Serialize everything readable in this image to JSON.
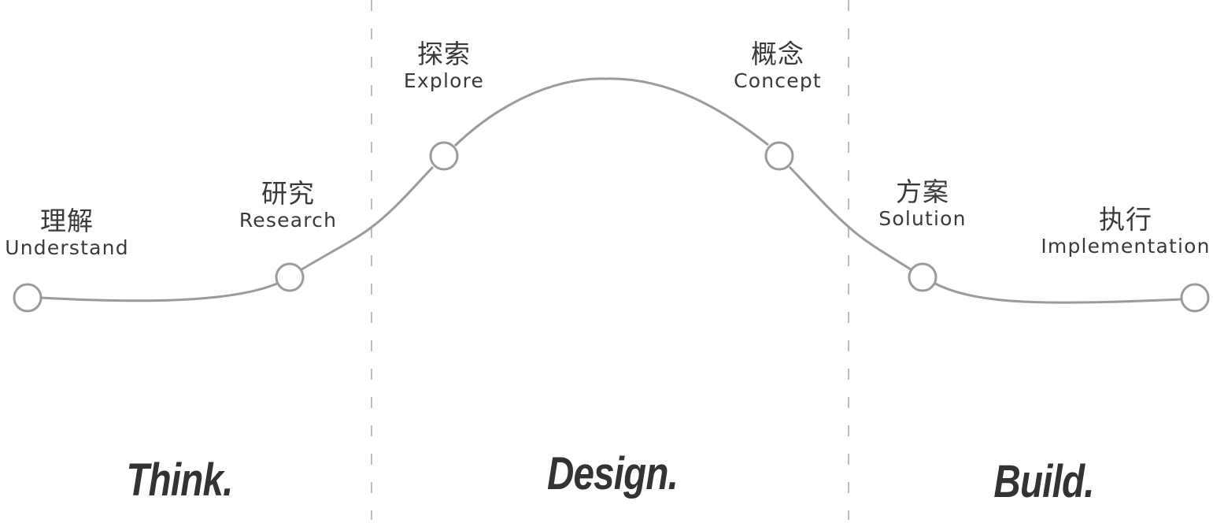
{
  "diagram": {
    "colors": {
      "curve": "#9b9b9b",
      "divider": "#bdbdbd",
      "text": "#3a3a3a",
      "phase_text": "#333333",
      "background": "#ffffff"
    },
    "nodes": [
      {
        "zh": "理解",
        "en": "Understand"
      },
      {
        "zh": "研究",
        "en": "Research"
      },
      {
        "zh": "探索",
        "en": "Explore"
      },
      {
        "zh": "概念",
        "en": "Concept"
      },
      {
        "zh": "方案",
        "en": "Solution"
      },
      {
        "zh": "执行",
        "en": "Implementation"
      }
    ],
    "phases": [
      {
        "label": "Think."
      },
      {
        "label": "Design."
      },
      {
        "label": "Build."
      }
    ]
  }
}
